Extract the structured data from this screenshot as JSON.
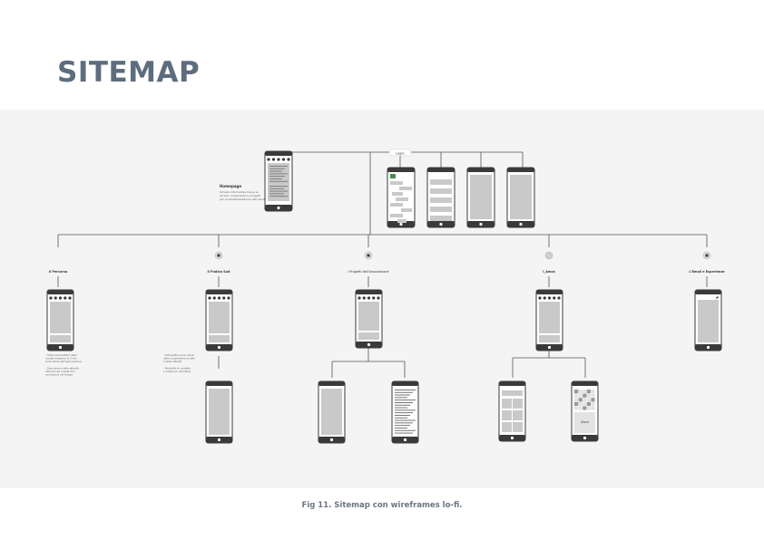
{
  "page": {
    "title": "SITEMAP",
    "caption": "Fig 11. Sitemap con wireframes lo-fi."
  },
  "colors": {
    "title": "#5d6d7e",
    "caption": "#6b7583",
    "canvas_bg": "#f4f4f4",
    "phone_dark": "#3a3a3a",
    "screen_gray": "#c9c9c9",
    "connector": "#555555"
  },
  "diagram": {
    "home": {
      "name": "Homepage",
      "note_lines": [
        "Scheda informativa breve su",
        "servizi, cooperative e progetti",
        "per la sensibilizzazione dell'utente"
      ]
    },
    "top_group_label": "Login",
    "sections": [
      {
        "label": "Il Percorso",
        "icon": "",
        "note_lines": [
          "- Video introduttivo della",
          "  durata massima di 2 min",
          "  sulla storia dell'associazione",
          "",
          "- Descrizione delle attività",
          "  istituzionali e della loro",
          "  evoluzione nel tempo"
        ]
      },
      {
        "label": "Il Pudico Sud",
        "icon": "camera-icon",
        "note_lines": [
          "- Fotografie e brevi testi",
          "  della cooperativa sociale",
          "  e delle attività",
          "",
          "- Modalità di contatto",
          "  e adesione volontaria"
        ]
      },
      {
        "label": "I Progetti dell'Associazione",
        "icon": "gear-icon",
        "note_lines": []
      },
      {
        "label": "I_Amos",
        "icon": "circle-icon",
        "note_lines": []
      },
      {
        "label": "L'Email e Esperienze",
        "icon": "pencil-icon",
        "note_lines": []
      }
    ],
    "game_button": "Gioca"
  }
}
